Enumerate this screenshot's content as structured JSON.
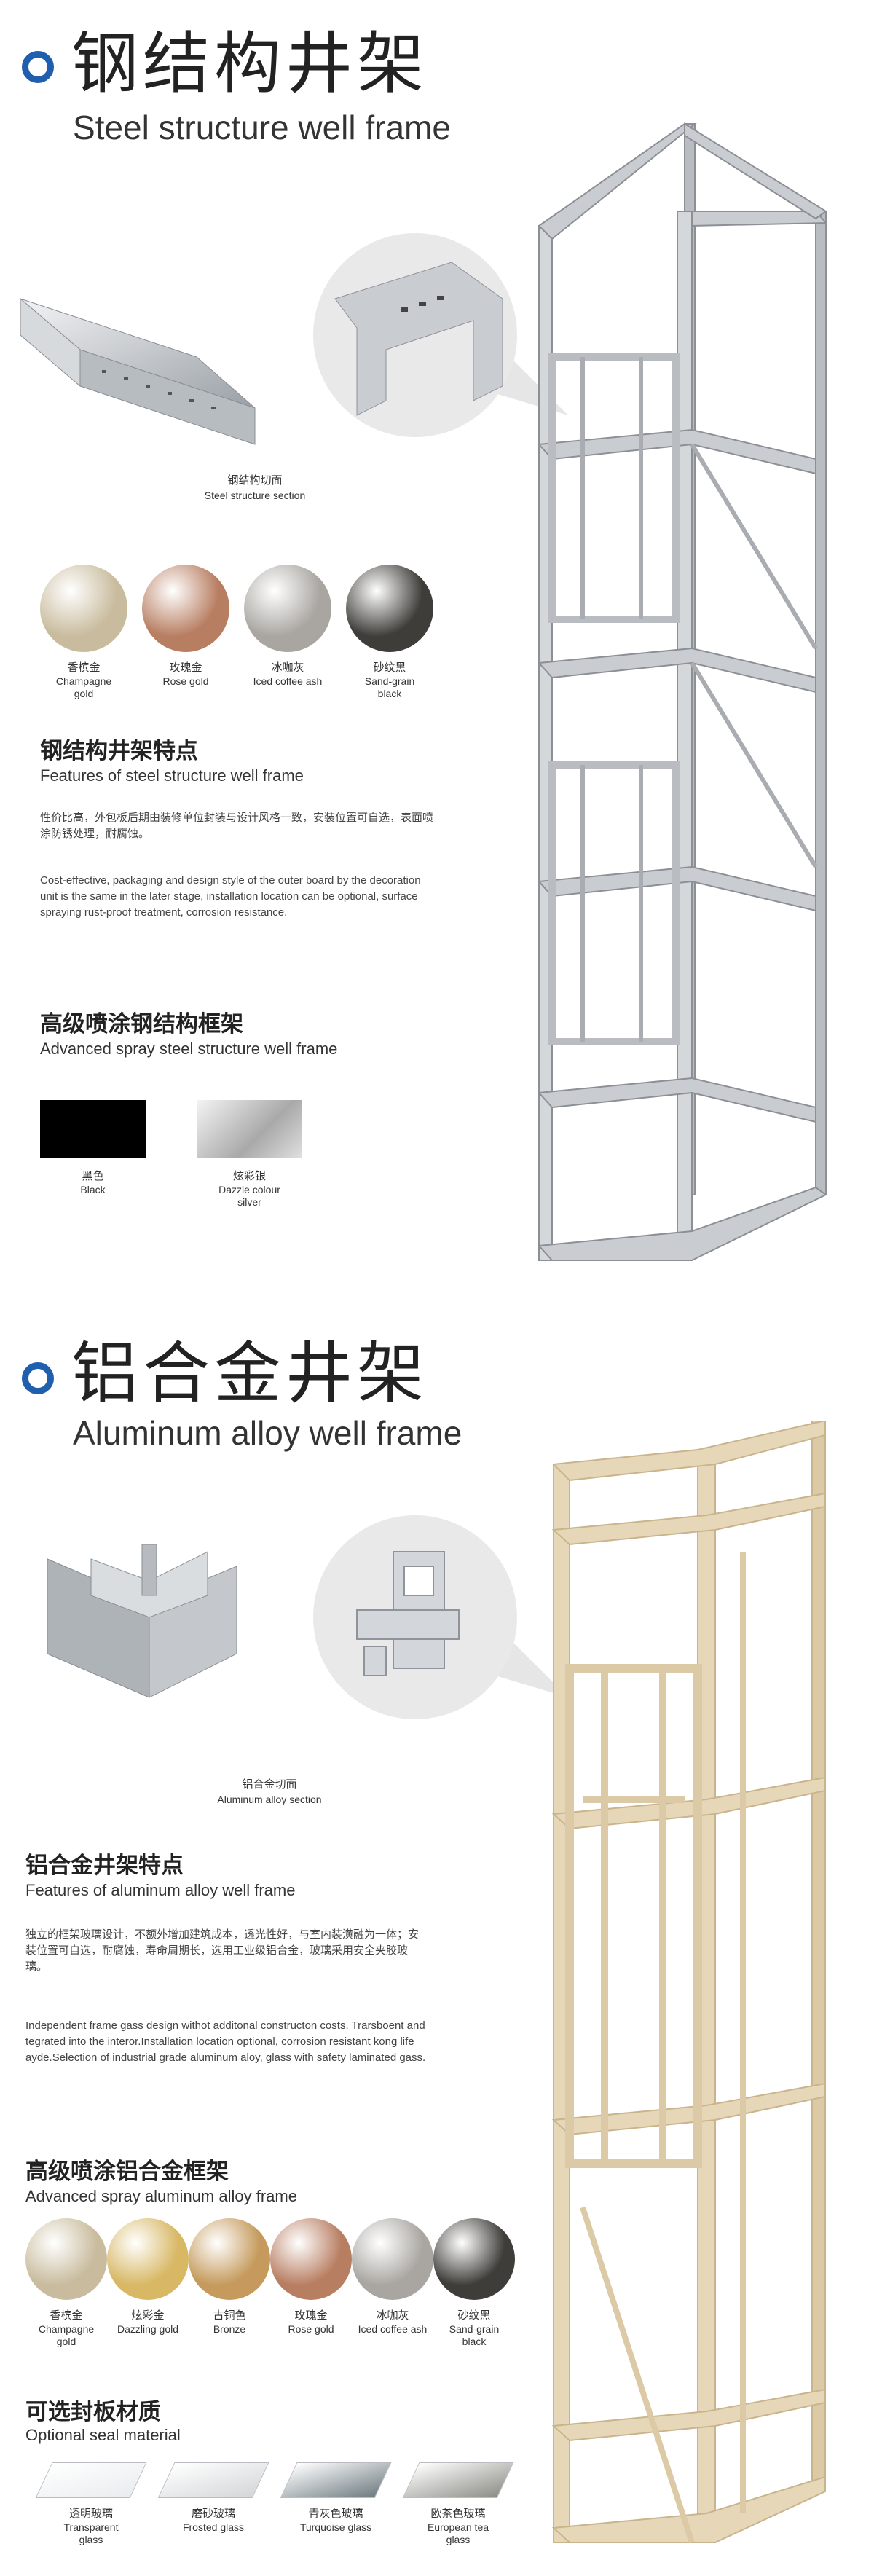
{
  "steel": {
    "title_cn": "钢结构井架",
    "title_en": "Steel structure well frame",
    "section_caption_cn": "钢结构切面",
    "section_caption_en": "Steel structure section",
    "colors": [
      {
        "cn": "香槟金",
        "en": "Champagne gold",
        "color": "#c9bc9e"
      },
      {
        "cn": "玫瑰金",
        "en": "Rose gold",
        "color": "#b87e62"
      },
      {
        "cn": "冰咖灰",
        "en": "Iced coffee ash",
        "color": "#a9a6a1"
      },
      {
        "cn": "砂纹黑",
        "en": "Sand-grain black",
        "color": "#3f3d39"
      }
    ],
    "features_title_cn": "钢结构井架特点",
    "features_title_en": "Features of steel structure well frame",
    "features_cn": "性价比高，外包板后期由装修单位封装与设计风格一致，安装位置可自选，表面喷涂防锈处理，耐腐蚀。",
    "features_en": "Cost-effective, packaging and design style of the outer board by the decoration unit is the same in the later stage, installation location can be optional, surface spraying rust-proof treatment, corrosion resistance.",
    "spray_title_cn": "高级喷涂钢结构框架",
    "spray_title_en": "Advanced spray steel structure well frame",
    "spray_colors": [
      {
        "cn": "黑色",
        "en": "Black",
        "color": "#000000"
      },
      {
        "cn": "炫彩银",
        "en": "Dazzle colour silver",
        "color": "#c8c8c8"
      }
    ]
  },
  "aluminum": {
    "title_cn": "铝合金井架",
    "title_en": "Aluminum alloy well frame",
    "section_caption_cn": "铝合金切面",
    "section_caption_en": "Aluminum alloy section",
    "features_title_cn": "铝合金井架特点",
    "features_title_en": "Features of aluminum alloy well frame",
    "features_cn": "独立的框架玻璃设计，不额外增加建筑成本，透光性好，与室内装潢融为一体；安装位置可自选，耐腐蚀，寿命周期长，选用工业级铝合金，玻璃采用安全夹胶玻璃。",
    "features_en": "Independent frame gass design withot additonal constructon costs. Trarsboent and tegrated into the interor.Installation location optional, corrosion resistant kong life ayde.Selection of industrial grade aluminum aloy, glass with safety laminated gass.",
    "spray_title_cn": "高级喷涂铝合金框架",
    "spray_title_en": "Advanced spray aluminum alloy frame",
    "colors": [
      {
        "cn": "香槟金",
        "en": "Champagne gold",
        "color": "#c9bc9e"
      },
      {
        "cn": "炫彩金",
        "en": "Dazzling gold",
        "color": "#d8b865"
      },
      {
        "cn": "古铜色",
        "en": "Bronze",
        "color": "#c59a5c"
      },
      {
        "cn": "玫瑰金",
        "en": "Rose gold",
        "color": "#b87e62"
      },
      {
        "cn": "冰咖灰",
        "en": "Iced coffee ash",
        "color": "#a9a6a1"
      },
      {
        "cn": "砂纹黑",
        "en": "Sand-grain black",
        "color": "#3f3d39"
      }
    ],
    "seal_title_cn": "可选封板材质",
    "seal_title_en": "Optional seal material",
    "glass": [
      {
        "cn": "透明玻璃",
        "en": "Transparent glass",
        "color": "#e9ecee"
      },
      {
        "cn": "磨砂玻璃",
        "en": "Frosted glass",
        "color": "#d4d6d8"
      },
      {
        "cn": "青灰色玻璃",
        "en": "Turquoise glass",
        "color": "#6f7c82"
      },
      {
        "cn": "欧茶色玻璃",
        "en": "European tea glass",
        "color": "#8c8e86"
      }
    ]
  }
}
